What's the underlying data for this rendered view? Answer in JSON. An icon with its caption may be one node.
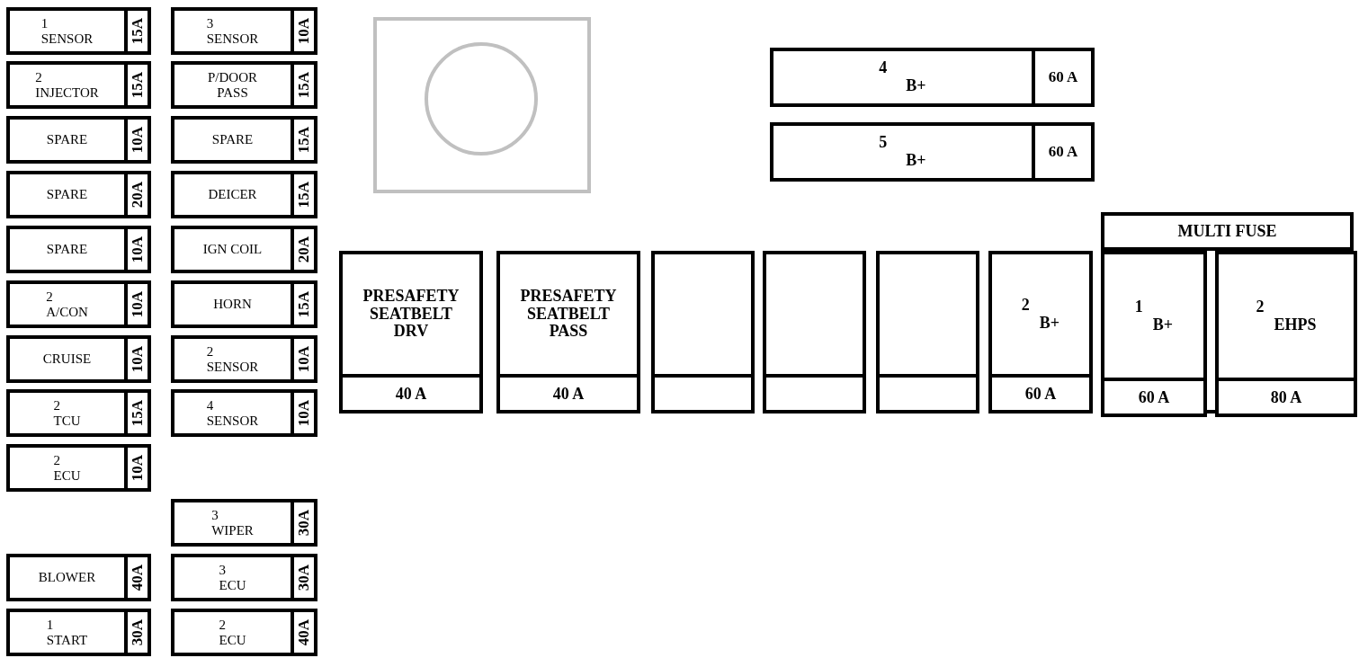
{
  "diagram": {
    "nodes": [
      {
        "text": [
          "1",
          "SENSOR",
          "15A"
        ]
      },
      {
        "text": [
          "2",
          "INJECTOR",
          "15A"
        ]
      },
      {
        "text": [
          "SPARE",
          "10A"
        ]
      },
      {
        "text": [
          "SPARE",
          "20A"
        ]
      },
      {
        "text": [
          "SPARE",
          "10A"
        ]
      },
      {
        "text": [
          "2",
          "A/CON",
          "10A"
        ]
      },
      {
        "text": [
          "CRUISE",
          "10A"
        ]
      },
      {
        "text": [
          "2",
          "TCU",
          "15A"
        ]
      },
      {
        "text": [
          "2",
          "ECU",
          "10A"
        ]
      },
      {
        "text": [
          "BLOWER",
          "40A"
        ]
      },
      {
        "text": [
          "1",
          "START",
          "30A"
        ]
      },
      {
        "text": [
          "3",
          "SENSOR",
          "10A"
        ]
      },
      {
        "text": [
          "P/DOOR PASS",
          "15A"
        ]
      },
      {
        "text": [
          "SPARE",
          "15A"
        ]
      },
      {
        "text": [
          "DEICER",
          "15A"
        ]
      },
      {
        "text": [
          "IGN COIL",
          "20A"
        ]
      },
      {
        "text": [
          "HORN",
          "15A"
        ]
      },
      {
        "text": [
          "2",
          "SENSOR",
          "10A"
        ]
      },
      {
        "text": [
          "4",
          "SENSOR",
          "10A"
        ]
      },
      {
        "text": [
          "3",
          "WIPER",
          "30A"
        ]
      },
      {
        "text": [
          "3",
          "ECU",
          "30A"
        ]
      },
      {
        "text": [
          "2",
          "ECU",
          "40A"
        ]
      },
      {
        "text": [
          "4",
          "B+",
          "60 A"
        ]
      },
      {
        "text": [
          "5",
          "B+",
          "60 A"
        ]
      },
      {
        "text": [
          "PRESAFETY SEATBELT DRV",
          "40 A"
        ]
      },
      {
        "text": [
          "PRESAFETY SEATBELT PASS",
          "40 A"
        ]
      },
      {
        "text": [],
        "shape": "box"
      },
      {
        "text": [],
        "shape": "box"
      },
      {
        "text": [],
        "shape": "box"
      },
      {
        "text": [
          "2",
          "B+",
          "60 A"
        ]
      },
      {
        "text": [
          "MULTI FUSE"
        ]
      },
      {
        "text": [
          "1",
          "B+",
          "60 A"
        ],
        "in": 30
      },
      {
        "text": [
          "2",
          "EHPS",
          "80 A"
        ],
        "in": 30
      }
    ]
  }
}
